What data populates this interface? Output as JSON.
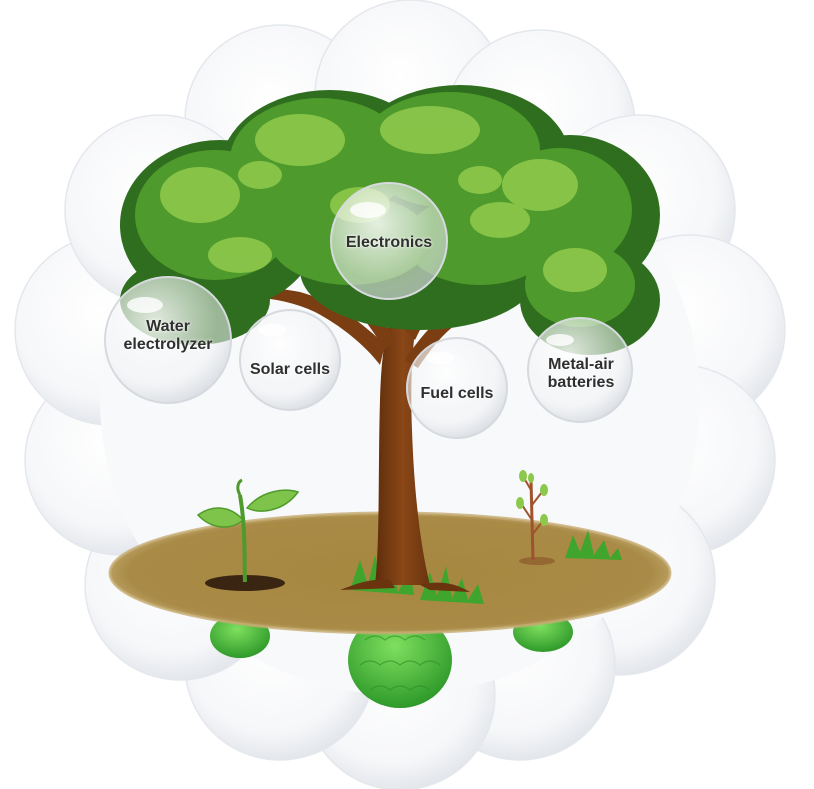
{
  "diagram": {
    "bubbles": [
      {
        "id": "electronics",
        "label": "Electronics"
      },
      {
        "id": "water",
        "label": "Water\nelectrolyzer"
      },
      {
        "id": "solar",
        "label": "Solar cells"
      },
      {
        "id": "fuel",
        "label": "Fuel cells"
      },
      {
        "id": "metal",
        "label": "Metal-air\nbatteries"
      }
    ]
  },
  "colors": {
    "foliage_dark": "#2f6e1e",
    "foliage_mid": "#4f9a2c",
    "foliage_light": "#8cc84b",
    "trunk": "#7a3e12",
    "trunk_light": "#a85a24",
    "ground": "#a88a45",
    "ground_edge": "#c9ad6e",
    "cloud": "#f3f4f7",
    "cloud_shadow": "#dfe2e8",
    "bush": "#4ec23a"
  }
}
